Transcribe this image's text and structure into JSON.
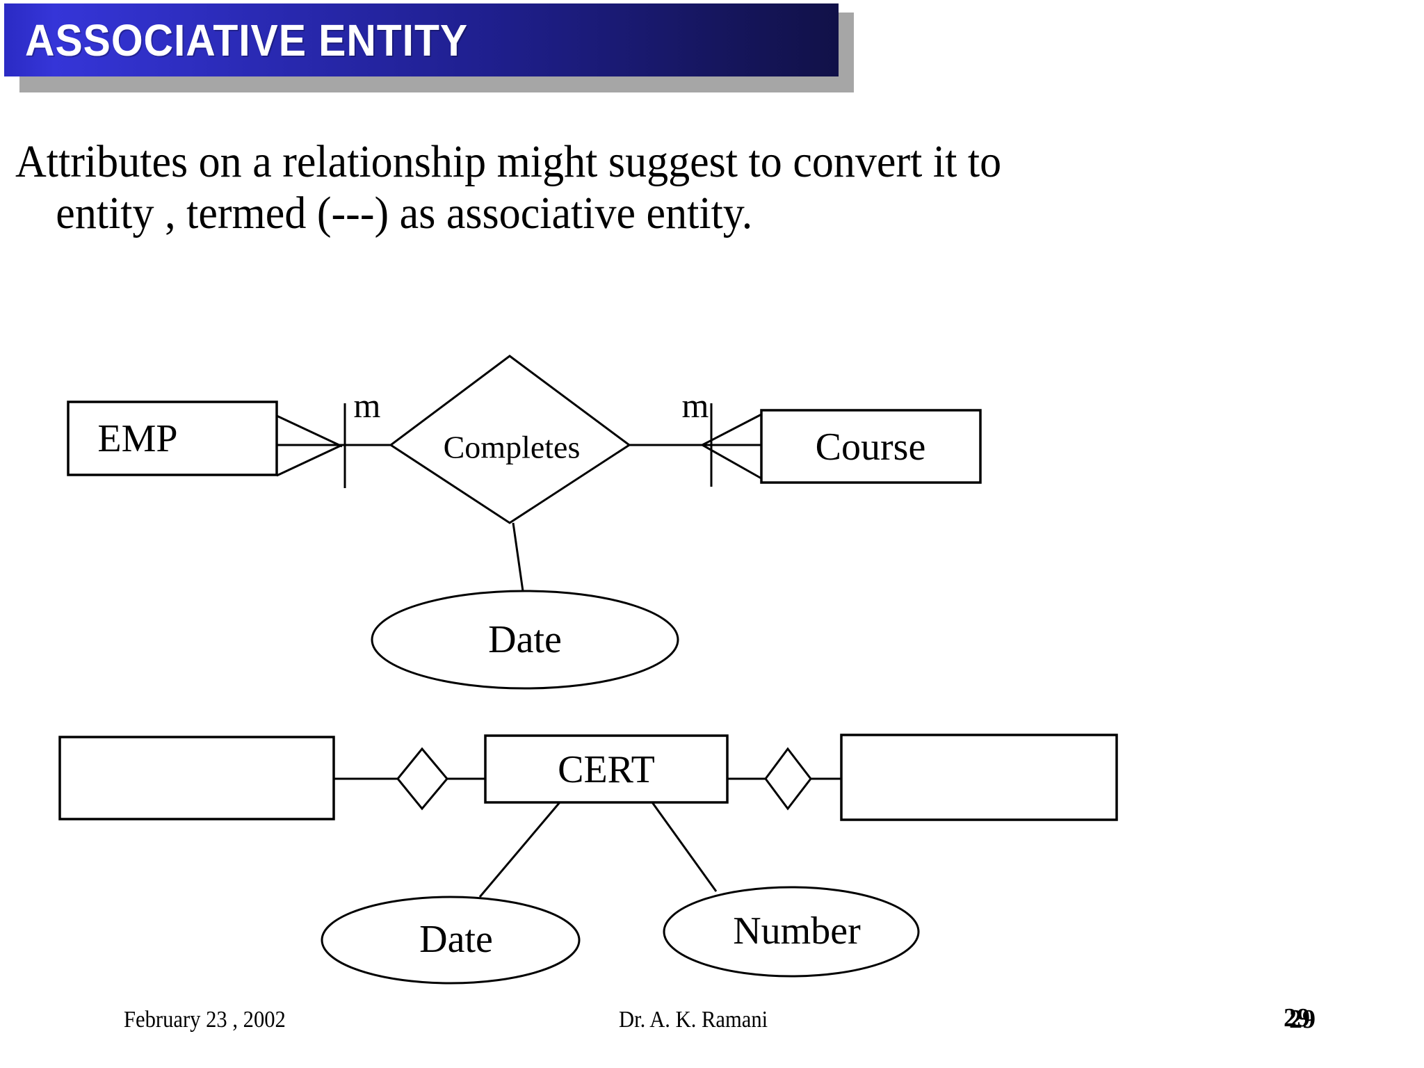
{
  "slide": {
    "title": "ASSOCIATIVE ENTITY",
    "title_gradient_from": "#2b2bc4",
    "title_gradient_to": "#111148",
    "title_shadow_color": "#a6a6a6",
    "background": "#ffffff",
    "ink_color": "#000000"
  },
  "body": {
    "line1": "Attributes on a relationship might suggest to convert it to",
    "line2": "entity , termed (---) as associative entity."
  },
  "footer": {
    "date": "February 23 , 2002",
    "author": "Dr. A. K. Ramani",
    "page": "29",
    "page_overlap": "29"
  },
  "diagram": {
    "top_model": {
      "entities": [
        {
          "name": "EMP",
          "label": "EMP"
        },
        {
          "name": "Course",
          "label": "Course"
        }
      ],
      "relationship": {
        "label": "Completes",
        "shape": "diamond"
      },
      "attribute": {
        "label": "Date",
        "shape": "ellipse"
      },
      "cardinalities": [
        {
          "label": "m",
          "side": "left"
        },
        {
          "label": "m",
          "side": "right"
        }
      ]
    },
    "bottom_model": {
      "left_entity": {
        "label": ""
      },
      "center_entity": {
        "label": "CERT"
      },
      "right_entity": {
        "label": ""
      },
      "relationship_diamonds": [
        "",
        ""
      ],
      "attributes": [
        {
          "label": "Date",
          "shape": "ellipse"
        },
        {
          "label": "Number",
          "shape": "ellipse"
        }
      ]
    }
  }
}
